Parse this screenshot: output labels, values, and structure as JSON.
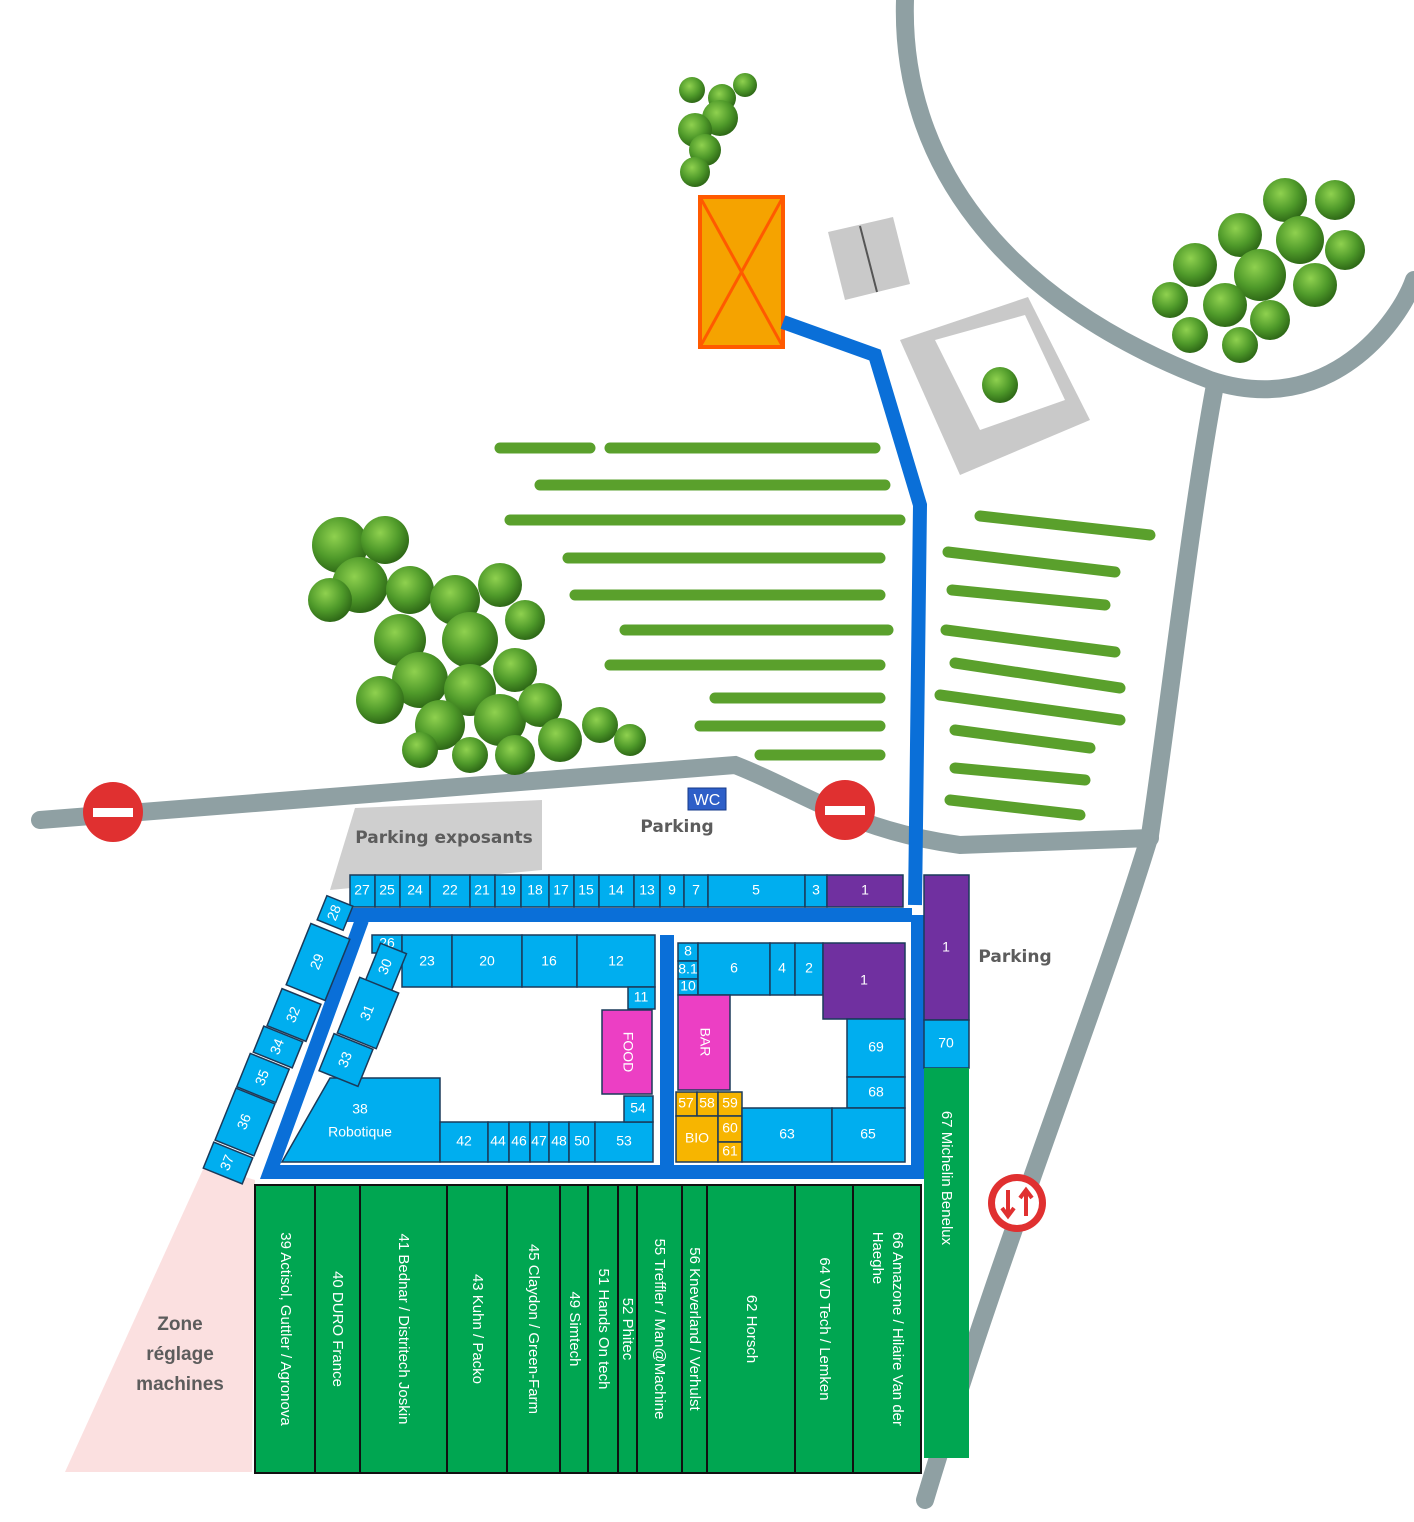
{
  "labels": {
    "parking_exposants": "Parking exposants",
    "parking_top": "Parking",
    "parking_right": "Parking",
    "wc": "WC",
    "zone": [
      "Zone",
      "réglage",
      "machines"
    ],
    "robotique": "Robotique",
    "food": "FOOD",
    "bar": "BAR",
    "bio": "BIO"
  },
  "booths_top_row": [
    "27",
    "25",
    "24",
    "22",
    "21",
    "19",
    "18",
    "17",
    "15",
    "14",
    "13",
    "9",
    "7",
    "5",
    "3",
    "1"
  ],
  "booths_inner_top": [
    "26",
    "23",
    "20",
    "16",
    "12",
    "8",
    "8.1",
    "10",
    "6",
    "4",
    "2",
    "1"
  ],
  "booths_left_diag": [
    "28",
    "29",
    "32",
    "34",
    "35",
    "36",
    "37",
    "30",
    "31",
    "33"
  ],
  "booths_inner_bottom": [
    "38",
    "42",
    "44",
    "46",
    "47",
    "48",
    "50",
    "53",
    "54",
    "11",
    "63",
    "65",
    "68",
    "69",
    "70"
  ],
  "booths_gold": [
    "57",
    "58",
    "59",
    "60",
    "61"
  ],
  "booth_1_big": "1",
  "green_booths": [
    "39 Actisol, Guttler / Agronova",
    "40 DURO France",
    "41 Bednar / Distritech Joskin",
    "43 Kuhn / Packo",
    "45 Claydon / Green-Farm",
    "49 Simtech",
    "51 Hands On tech",
    "52 Phitec",
    "55 Treffler / Man@Machine",
    "56 Kneverland / Verhulst",
    "62 Horsch",
    "64 VD Tech / Lemken",
    "66 Amazone / Hilaire Van der",
    "Haeghe",
    "67 Michelin Benelux"
  ],
  "colors": {
    "road": "#8fa0a3",
    "path": "#0a6fd8",
    "booth_blue": "#00aeef",
    "booth_green": "#00a651",
    "booth_purple": "#7030a0",
    "booth_gold": "#f7b500",
    "booth_pink": "#ec3fc4",
    "stage": "#f5a300",
    "no_entry": "#e03030"
  },
  "icons": [
    "no-entry-sign-icon",
    "two-way-traffic-icon",
    "tree-cluster-icon",
    "crop-row-icon"
  ]
}
